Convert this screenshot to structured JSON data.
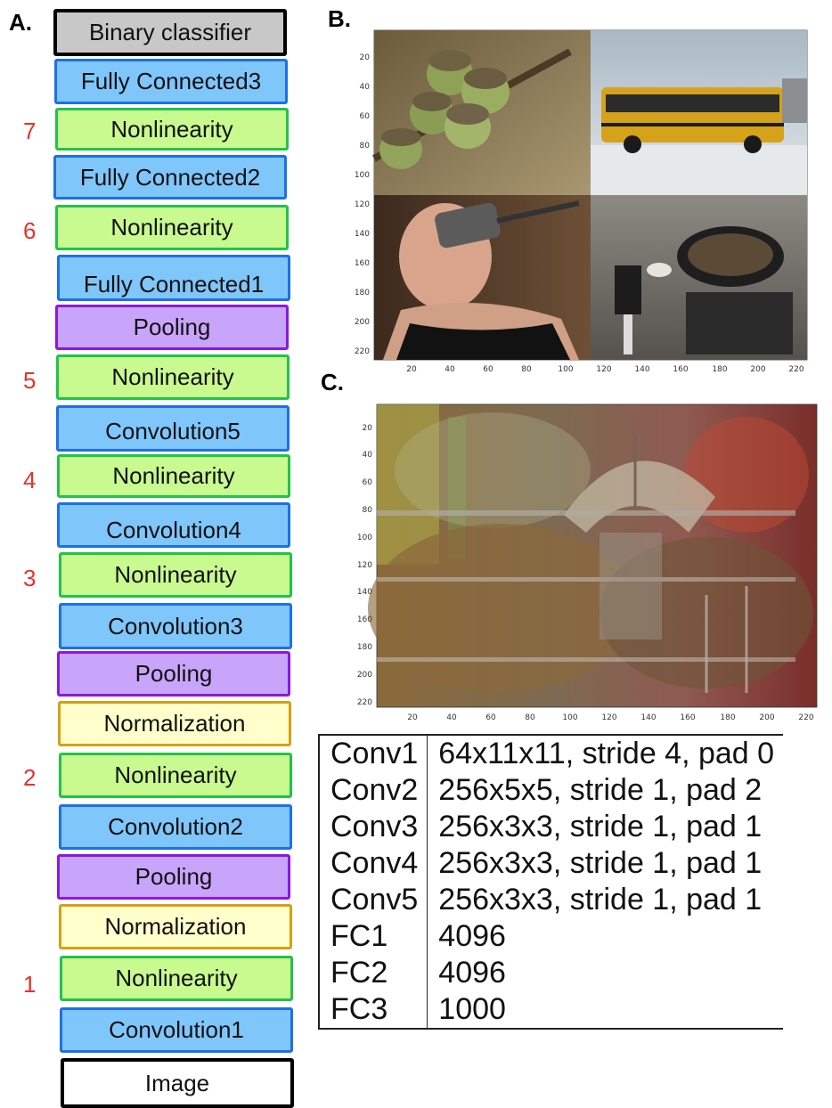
{
  "panels": {
    "a": "A.",
    "b": "B.",
    "c": "C."
  },
  "colors": {
    "fc": "#7fc6fb",
    "conv": "#7fc6fb",
    "blue_border": "#1d6fea",
    "nonlin": "#c8fa90",
    "nonlin_border": "#22c24b",
    "pool": "#c8a4fa",
    "pool_border": "#8d17e0",
    "norm": "#ffffcc",
    "norm_border": "#d7a012",
    "classifier": "#c8c8c8",
    "image": "#ffffff",
    "dark_border": "#000000",
    "numbers": "#e8312b"
  },
  "layers": [
    {
      "label": "Binary classifier",
      "kind": "classifier"
    },
    {
      "label": "Fully Connected3",
      "kind": "fc"
    },
    {
      "label": "Nonlinearity",
      "kind": "nonlin",
      "num": "7"
    },
    {
      "label": "Fully Connected2",
      "kind": "fc"
    },
    {
      "label": "Nonlinearity",
      "kind": "nonlin",
      "num": "6"
    },
    {
      "label": "Fully Connected1",
      "kind": "fc"
    },
    {
      "label": "Pooling",
      "kind": "pool"
    },
    {
      "label": "Nonlinearity",
      "kind": "nonlin",
      "num": "5"
    },
    {
      "label": "Convolution5",
      "kind": "conv"
    },
    {
      "label": "Nonlinearity",
      "kind": "nonlin",
      "num": "4"
    },
    {
      "label": "Convolution4",
      "kind": "conv"
    },
    {
      "label": "Nonlinearity",
      "kind": "nonlin",
      "num": "3"
    },
    {
      "label": "Convolution3",
      "kind": "conv"
    },
    {
      "label": "Pooling",
      "kind": "pool"
    },
    {
      "label": "Normalization",
      "kind": "norm"
    },
    {
      "label": "Nonlinearity",
      "kind": "nonlin",
      "num": "2"
    },
    {
      "label": "Convolution2",
      "kind": "conv"
    },
    {
      "label": "Pooling",
      "kind": "pool"
    },
    {
      "label": "Normalization",
      "kind": "norm"
    },
    {
      "label": "Nonlinearity",
      "kind": "nonlin",
      "num": "1"
    },
    {
      "label": "Convolution1",
      "kind": "conv"
    },
    {
      "label": "Image",
      "kind": "image"
    }
  ],
  "plot_b": {
    "y_ticks": [
      "20",
      "40",
      "60",
      "80",
      "100",
      "120",
      "140",
      "160",
      "180",
      "200",
      "220"
    ],
    "x_ticks": [
      "20",
      "40",
      "60",
      "80",
      "100",
      "120",
      "140",
      "160",
      "180",
      "200",
      "220"
    ]
  },
  "plot_c": {
    "y_ticks": [
      "20",
      "40",
      "60",
      "80",
      "100",
      "120",
      "140",
      "160",
      "180",
      "200",
      "220"
    ],
    "x_ticks": [
      "20",
      "40",
      "60",
      "80",
      "100",
      "120",
      "140",
      "160",
      "180",
      "200",
      "220"
    ]
  },
  "table": {
    "rows": [
      {
        "name": "Conv1",
        "value": "64x11x11, stride 4, pad 0"
      },
      {
        "name": "Conv2",
        "value": "256x5x5, stride 1, pad 2"
      },
      {
        "name": "Conv3",
        "value": "256x3x3, stride 1, pad 1"
      },
      {
        "name": "Conv4",
        "value": "256x3x3, stride 1, pad 1"
      },
      {
        "name": "Conv5",
        "value": "256x3x3, stride 1, pad 1"
      },
      {
        "name": "FC1",
        "value": "4096"
      },
      {
        "name": "FC2",
        "value": "4096"
      },
      {
        "name": "FC3",
        "value": "1000"
      }
    ]
  }
}
